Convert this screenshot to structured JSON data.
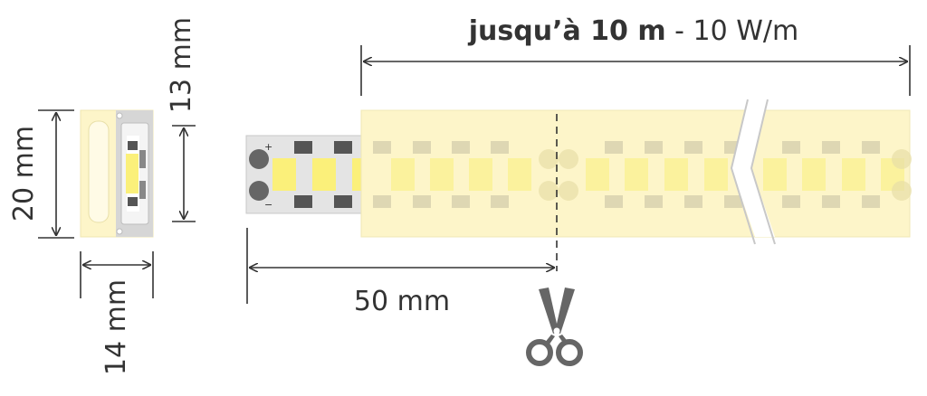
{
  "labels": {
    "total_length_bold": "jusqu’à 10 m",
    "total_length_rest": " - 10 W/m",
    "height": "20 mm",
    "inner_height": "13 mm",
    "width": "14 mm",
    "cut_interval": "50 mm",
    "plus_sign": "+",
    "minus_sign": "−"
  },
  "icons": {
    "scissors": "scissors-icon"
  },
  "colors": {
    "dim_line": "#333333",
    "strip_tint": "#fdf5c9",
    "strip_tint_edge": "#efe6b0",
    "pcb": "#e4e4e4",
    "chip_dark": "#555555",
    "led_yellow": "#fbf07a",
    "scissors": "#666666"
  }
}
